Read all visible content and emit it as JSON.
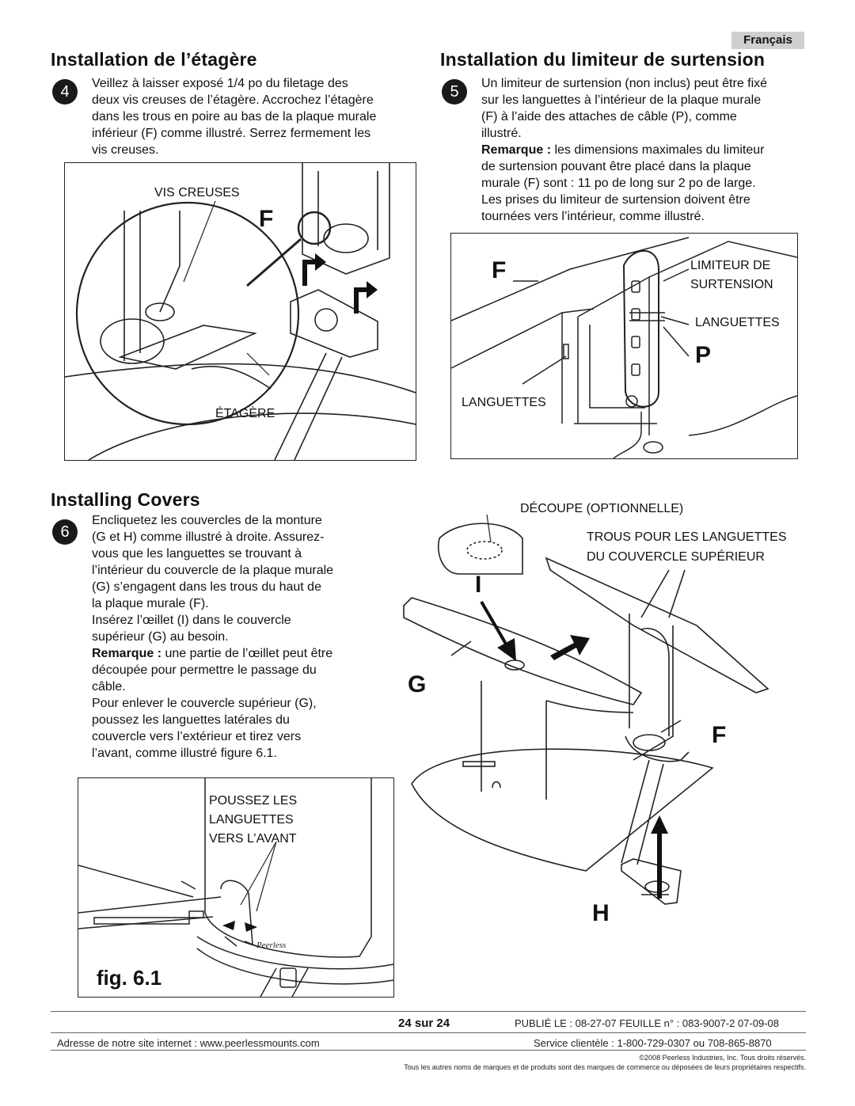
{
  "lang_tab": "Français",
  "sec_shelf": {
    "title": "Installation  de  l’étagère",
    "step": "4",
    "lines": [
      "Veillez à laisser exposé 1/4 po du filetage des",
      "deux vis creuses de l’étagère. Accrochez l’étagère",
      "dans les trous en poire au bas de la plaque murale",
      "inférieur (F) comme illustré. Serrez fermement les",
      "vis creuses."
    ],
    "label_screws": "VIS CREUSES",
    "label_shelf": "ÉTAGÈRE",
    "letter_f": "F"
  },
  "sec_surge": {
    "title": "Installation du  limiteur  de  surtension",
    "step": "5",
    "lines": [
      "Un limiteur de surtension (non inclus) peut être fixé",
      "sur les languettes à l’intérieur de la plaque murale",
      "(F) à l’aide des attaches de câble (P), comme",
      "illustré."
    ],
    "note_label": "Remarque :",
    "note_lines": [
      " les dimensions maximales du limiteur",
      "de surtension pouvant être placé dans la plaque",
      "murale (F) sont : 11 po de long sur 2 po de large.",
      "Les prises du limiteur de surtension doivent être",
      "tournées vers l’intérieur, comme illustré."
    ],
    "label_surge_1": "LIMITEUR DE",
    "label_surge_2": "SURTENSION",
    "label_tabs_right": "LANGUETTES",
    "label_tabs_left": "LANGUETTES",
    "letter_f": "F",
    "letter_p": "P"
  },
  "sec_covers": {
    "title": "Installing  Covers",
    "step": "6",
    "lines": [
      "Encliquetez les couvercles de la monture",
      "(G et H) comme illustré à droite. Assurez-",
      "vous que les languettes se trouvant à",
      "l’intérieur du couvercle de la plaque murale",
      "(G)  s’engagent dans les trous du haut de",
      "la plaque murale (F).",
      "Insérez l’œillet (I) dans le couvercle",
      "supérieur (G) au besoin."
    ],
    "note_label": "Remarque :",
    "note_lines": [
      " une partie de l’œillet peut être",
      "découpée pour permettre le passage du",
      "câble.",
      "Pour enlever le couvercle supérieur (G),",
      "poussez les languettes latérales du",
      "couvercle vers l’extérieur et tirez vers",
      "l’avant, comme illustré figure 6.1."
    ],
    "label_push_1": "POUSSEZ LES",
    "label_push_2": "LANGUETTES",
    "label_push_3": "VERS L’AVANT",
    "fig_label": "fig.  6.1",
    "label_cutout": "DÉCOUPE (OPTIONNELLE)",
    "label_holes_1": "TROUS POUR LES LANGUETTES",
    "label_holes_2": "DU COUVERCLE SUPÉRIEUR",
    "letter_i": "I",
    "letter_g": "G",
    "letter_f": "F",
    "letter_h": "H",
    "logo_text": "Peerless"
  },
  "footer": {
    "page": "24 sur 24",
    "published": "PUBLIÉ LE : 08-27-07  FEUILLE n° : 083-9007-2   07-09-08",
    "website": "Adresse  de  notre  site  internet  :  www.peerlessmounts.com",
    "service": "Service clientèle : 1-800-729-0307  ou  708-865-8870",
    "copyright": "©2008 Peerless Industries, Inc. Tous droits réservés.",
    "trademarks": "Tous les autres noms de marques et de produits sont des marques de commerce ou déposées de leurs propriétaires respectifs."
  }
}
